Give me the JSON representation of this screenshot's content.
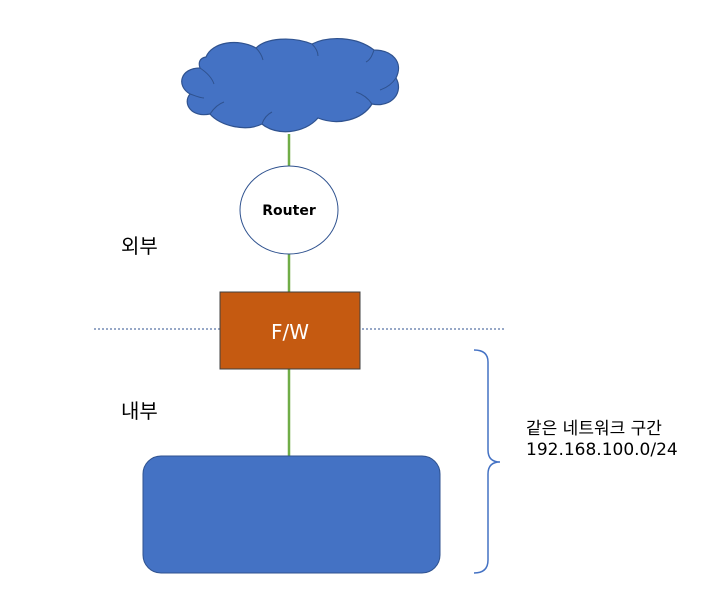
{
  "nodes": {
    "router": {
      "label": "Router"
    },
    "firewall": {
      "label": "F/W"
    }
  },
  "zones": {
    "external": "외부",
    "internal": "내부"
  },
  "note": {
    "line1": "같은 네트워크 구간",
    "line2": "192.168.100.0/24"
  },
  "colors": {
    "cloud": "#4472c4",
    "cloud_stroke": "#2f528f",
    "link": "#70ad47",
    "router_fill": "#ffffff",
    "router_stroke": "#2f528f",
    "firewall": "#c55a11",
    "firewall_stroke": "#404040",
    "internal_network": "#4472c4",
    "boundary": "#2f528f",
    "brace": "#4472c4"
  }
}
